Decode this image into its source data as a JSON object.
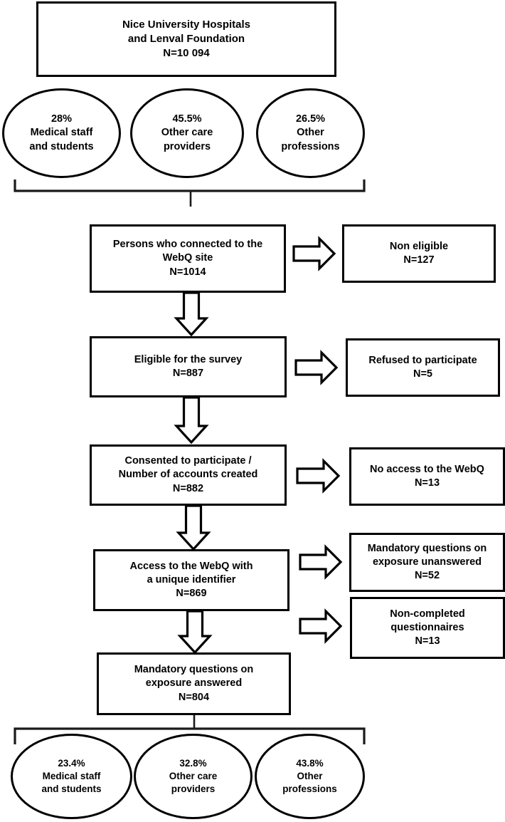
{
  "title": "Study population flow diagram",
  "colors": {
    "stroke": "#000000",
    "fill": "#ffffff",
    "text": "#000000"
  },
  "source": {
    "line1": "Nice University Hospitals",
    "line2": "and Lenval Foundation",
    "line3": "N=10 094"
  },
  "source_breakdown": [
    {
      "pct": "28%",
      "l1": "Medical staff",
      "l2": "and students"
    },
    {
      "pct": "45.5%",
      "l1": "Other care",
      "l2": "providers"
    },
    {
      "pct": "26.5%",
      "l1": "Other",
      "l2": "professions"
    }
  ],
  "flow": [
    {
      "l1": "Persons who connected to the",
      "l2": "WebQ site",
      "l3": "N=1014"
    },
    {
      "l1": "Eligible for the survey",
      "l2": "N=887",
      "l3": ""
    },
    {
      "l1": "Consented to participate /",
      "l2": "Number of accounts created",
      "l3": "N=882"
    },
    {
      "l1": "Access to the WebQ with",
      "l2": "a unique identifier",
      "l3": "N=869"
    },
    {
      "l1": "Mandatory questions on",
      "l2": "exposure answered",
      "l3": "N=804"
    }
  ],
  "exclusions": [
    {
      "l1": "Non eligible",
      "l2": "N=127",
      "l3": ""
    },
    {
      "l1": "Refused to participate",
      "l2": "N=5",
      "l3": ""
    },
    {
      "l1": "No access to the WebQ",
      "l2": "N=13",
      "l3": ""
    },
    {
      "l1": "Mandatory questions on",
      "l2": "exposure unanswered",
      "l3": "N=52"
    },
    {
      "l1": "Non-completed",
      "l2": "questionnaires",
      "l3": "N=13"
    }
  ],
  "final_breakdown": [
    {
      "pct": "23.4%",
      "l1": "Medical staff",
      "l2": "and students"
    },
    {
      "pct": "32.8%",
      "l1": "Other care",
      "l2": "providers"
    },
    {
      "pct": "43.8%",
      "l1": "Other",
      "l2": "professions"
    }
  ]
}
